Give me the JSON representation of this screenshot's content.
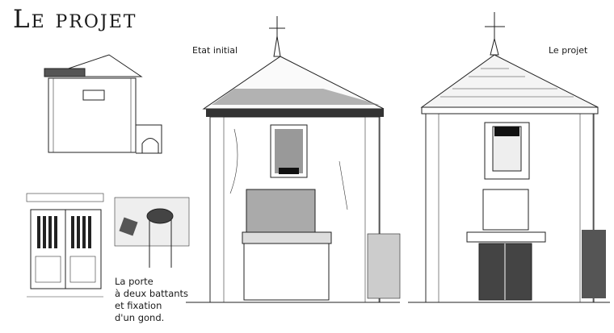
{
  "page": {
    "title": "Le projet",
    "label_initial": "Etat initial",
    "label_project": "Le projet",
    "caption": [
      "La porte",
      "à deux battants",
      "et fixation",
      "d'un gond."
    ]
  }
}
